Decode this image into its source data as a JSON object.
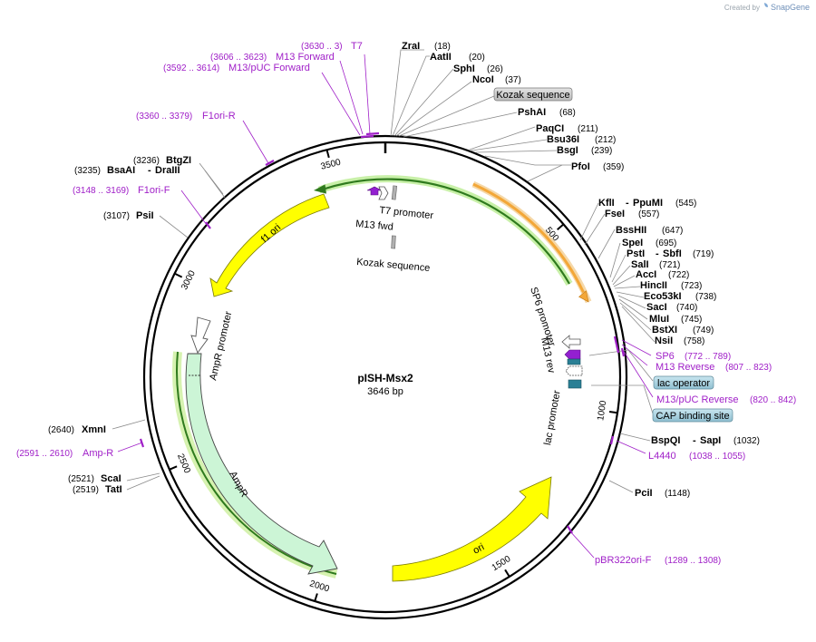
{
  "header": {
    "created_by": "Created by",
    "brand": "SnapGene"
  },
  "plasmid": {
    "name": "pISH-Msx2",
    "size_label": "3646 bp",
    "length": 3646
  },
  "ticks": [
    {
      "pos": 500,
      "label": "500"
    },
    {
      "pos": 1000,
      "label": "1000"
    },
    {
      "pos": 1500,
      "label": "1500"
    },
    {
      "pos": 2000,
      "label": "2000"
    },
    {
      "pos": 2500,
      "label": "2500"
    },
    {
      "pos": 3000,
      "label": "3000"
    },
    {
      "pos": 3500,
      "label": "3500"
    }
  ],
  "enzymes": [
    {
      "name": "ZraI",
      "pos": "(18)"
    },
    {
      "name": "AatII",
      "pos": "(20)"
    },
    {
      "name": "SphI",
      "pos": "(26)"
    },
    {
      "name": "NcoI",
      "pos": "(37)"
    },
    {
      "name": "PshAI",
      "pos": "(68)"
    },
    {
      "name": "PaqCI",
      "pos": "(211)"
    },
    {
      "name": "Bsu36I",
      "pos": "(212)"
    },
    {
      "name": "BsgI",
      "pos": "(239)"
    },
    {
      "name": "PfoI",
      "pos": "(359)"
    },
    {
      "name": "KflI",
      "name2": "PpuMI",
      "pos": "(545)"
    },
    {
      "name": "FseI",
      "pos": "(557)"
    },
    {
      "name": "BssHII",
      "pos": "(647)"
    },
    {
      "name": "SpeI",
      "pos": "(695)"
    },
    {
      "name": "PstI",
      "name2": "SbfI",
      "pos": "(719)"
    },
    {
      "name": "SalI",
      "pos": "(721)"
    },
    {
      "name": "AccI",
      "pos": "(722)"
    },
    {
      "name": "HincII",
      "pos": "(723)"
    },
    {
      "name": "Eco53kI",
      "pos": "(738)"
    },
    {
      "name": "SacI",
      "pos": "(740)"
    },
    {
      "name": "MluI",
      "pos": "(745)"
    },
    {
      "name": "BstXI",
      "pos": "(749)"
    },
    {
      "name": "NsiI",
      "pos": "(758)"
    },
    {
      "name": "BspQI",
      "name2": "SapI",
      "pos": "(1032)"
    },
    {
      "name": "PciI",
      "pos": "(1148)"
    },
    {
      "name": "ScaI",
      "pos": "(2521)"
    },
    {
      "name": "TatI",
      "pos": "(2519)"
    },
    {
      "name": "XmnI",
      "pos": "(2640)"
    },
    {
      "name": "PsiI",
      "pos": "(3107)"
    },
    {
      "name": "BsaAI",
      "name2": "DraIII",
      "pos": "(3235)"
    },
    {
      "name": "BtgZI",
      "pos": "(3236)"
    }
  ],
  "primers": [
    {
      "name": "T7",
      "range": "(3630 .. 3)"
    },
    {
      "name": "M13 Forward",
      "range": "(3606 .. 3623)"
    },
    {
      "name": "M13/pUC Forward",
      "range": "(3592 .. 3614)"
    },
    {
      "name": "F1ori-R",
      "range": "(3360 .. 3379)"
    },
    {
      "name": "F1ori-F",
      "range": "(3148 .. 3169)"
    },
    {
      "name": "Amp-R",
      "range": "(2591 .. 2610)"
    },
    {
      "name": "SP6",
      "range": "(772 .. 789)"
    },
    {
      "name": "M13 Reverse",
      "range": "(807 .. 823)"
    },
    {
      "name": "M13/pUC Reverse",
      "range": "(820 .. 842)"
    },
    {
      "name": "L4440",
      "range": "(1038 .. 1055)"
    },
    {
      "name": "pBR322ori-F",
      "range": "(1289 .. 1308)"
    }
  ],
  "boxed_features": [
    "Kozak sequence",
    "lac operator",
    "CAP binding site"
  ],
  "features": {
    "t7_promoter": "T7 promoter",
    "m13_fwd": "M13 fwd",
    "kozak": "Kozak sequence",
    "sp6_promoter": "SP6 promoter",
    "m13_rev": "M13 rev",
    "lac_promoter": "lac promoter",
    "f1_ori": "f1 ori",
    "ampr_promoter": "AmpR promoter",
    "ampr": "AmpR",
    "ori": "ori"
  },
  "colors": {
    "feature_yellow": "#ffff00",
    "ampr_green": "#ccf5d6",
    "sp6_orange": "#f3a738",
    "primer_purple": "#a020c8",
    "backbone": "#000000",
    "box_fill": "#c8d8e0"
  }
}
